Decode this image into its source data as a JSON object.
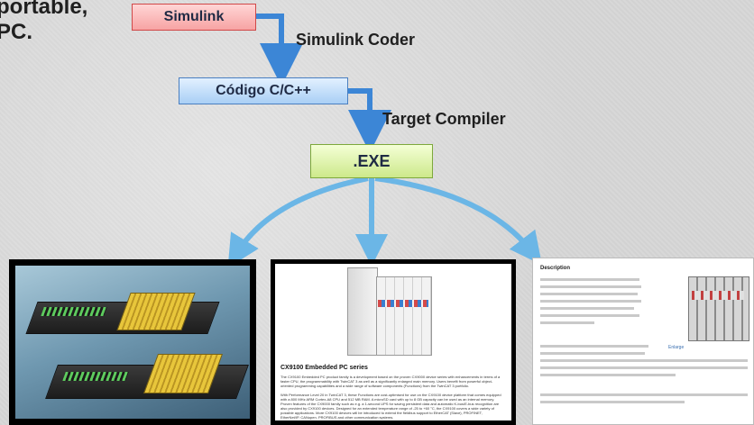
{
  "slide": {
    "text_line_1": "portable,",
    "text_line_2": "PC."
  },
  "nodes": {
    "simulink": "Simulink",
    "code": "Código C/C++",
    "exe": ".EXE"
  },
  "edges": {
    "simulink_coder": "Simulink Coder",
    "target_compiler": "Target Compiler"
  },
  "panels": {
    "panel_2": {
      "title": "CX9100 Embedded PC series",
      "para_1": "The CX9100 Embedded PC product family is a development based on the proven CX9000 device series with enhancements in terms of a faster CPU, the programmability with TwinCAT 3 as well as a significantly enlarged main memory. Users benefit from powerful object-oriented programming capabilities and a wide range of software components (Functions) from the TwinCAT 3 portfolio.",
      "para_2": "With Performance Level 20 in TwinCAT 3, these Functions are cost-optimised for use on the CX9100 device platform that comes equipped with a 800 MHz ARM Cortex-A8 CPU and 512 MB RAM. A microSD card with up to 8 GB capacity can be used as an internal memory. Proven features of the CX9000 family such as e.g. a 1-second UPS for saving persistent data and automatic K-bus/E-bus recognition are also provided by CX9100 devices. Designed for an extended temperature range of -25 to +60 °C, the CX9100 covers a wide variety of possible applications. More CX9100 devices will be introduced to extend the fieldbus support to EtherCAT (Slave), PROFINET, EtherNet/IP, CANopen, PROFIBUS and other communication systems."
    },
    "panel_3": {
      "title": "Description",
      "link": "Enlarge"
    }
  },
  "colors": {
    "arrow_blue": "#3c86d6",
    "arrow_light_blue": "#6bb6e6",
    "simulink_fill": "#f7a3a3",
    "code_fill": "#a9cff5",
    "exe_fill": "#cde98b"
  }
}
